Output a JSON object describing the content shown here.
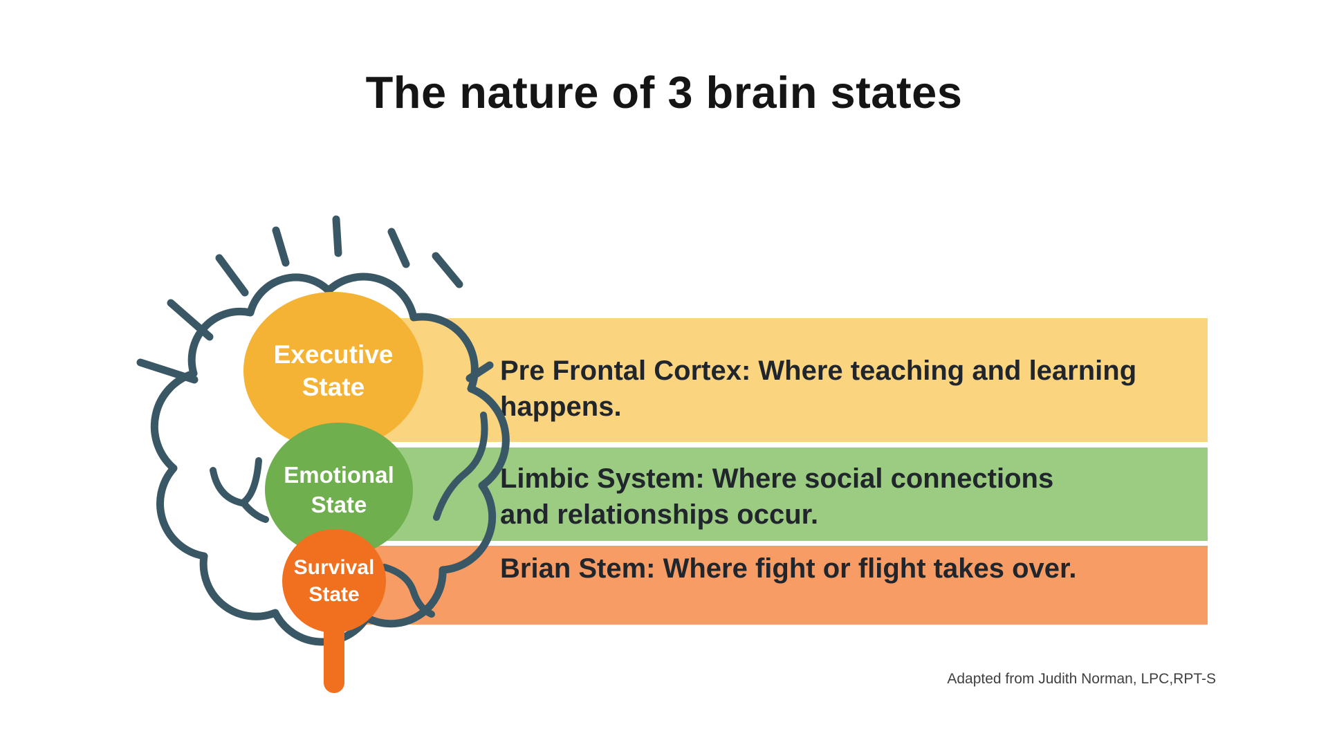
{
  "title": "The nature of 3 brain states",
  "footer": "Adapted from Judith Norman, LPC,RPT-S",
  "colors": {
    "background": "#FFFFFF",
    "brain_outline": "#3A5766",
    "title_text": "#151515",
    "band_text": "#20262C",
    "circle_text": "#FFFFFF",
    "footer_text": "#404040"
  },
  "states": [
    {
      "name": "executive",
      "circle_label": "Executive\nState",
      "circle_color": "#F5B335",
      "band_color": "#FBD480",
      "description": "Pre Frontal Cortex: Where teaching and learning\nhappens."
    },
    {
      "name": "emotional",
      "circle_label": "Emotional\nState",
      "circle_color": "#6FAF4D",
      "band_color": "#9CCC82",
      "description": "Limbic System: Where social connections\nand relationships occur."
    },
    {
      "name": "survival",
      "circle_label": "Survival\nState",
      "circle_color": "#F0701F",
      "band_color": "#F69C64",
      "description": "Brian Stem: Where fight or flight takes over."
    }
  ]
}
